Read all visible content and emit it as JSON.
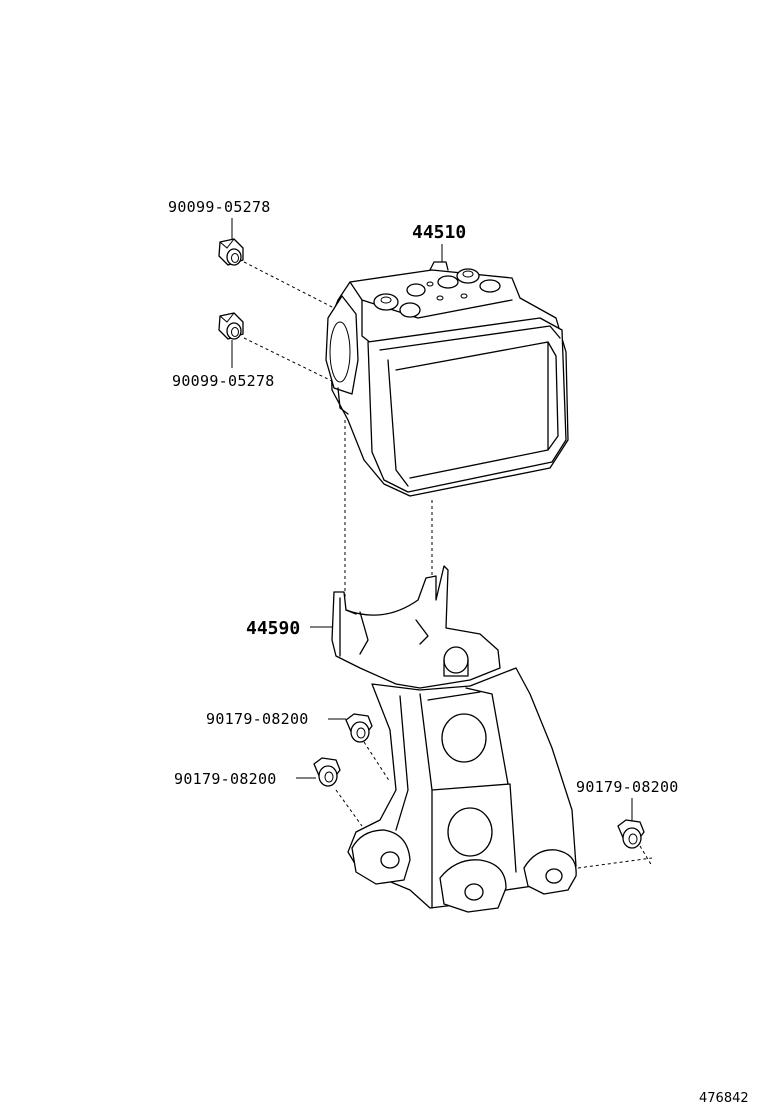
{
  "parts": {
    "nut_upper": "90099-05278",
    "nut_lower": "90099-05278",
    "actuator": "44510",
    "bracket": "44590",
    "bolt_1": "90179-08200",
    "bolt_2": "90179-08200",
    "bolt_3": "90179-08200"
  },
  "diagram_id": "476842"
}
